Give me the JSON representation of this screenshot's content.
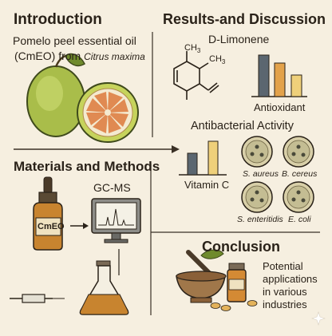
{
  "introduction": {
    "title": "Introduction",
    "line1": "Pomelo peel essential oil",
    "line2_prefix": "(CmEO) from ",
    "line2_species": "Citrus maxima"
  },
  "results": {
    "title": "Results-and Discussion",
    "compound": "D-Limonene",
    "antioxidant_label": "Antioxidant",
    "antibacterial_title": "Antibacterial Activity",
    "vitamin_label": "Vitamin C",
    "bacteria": [
      "S. aureus",
      "B. cereus",
      "S. enteritidis",
      "E. coli"
    ]
  },
  "methods": {
    "title": "Materials and Methods",
    "instrument": "GC-MS",
    "bottle_label": "CmEO"
  },
  "conclusion": {
    "title": "Conclusion",
    "lines": [
      "Potential",
      "applications",
      "in various",
      "industries"
    ]
  },
  "colors": {
    "background": "#f6efe0",
    "dark_bar": "#5b6670",
    "orange_bar": "#e3a24a",
    "yellow_bar": "#efd07a",
    "pomelo_green": "#b8c95a",
    "amber_oil": "#c8842f"
  }
}
